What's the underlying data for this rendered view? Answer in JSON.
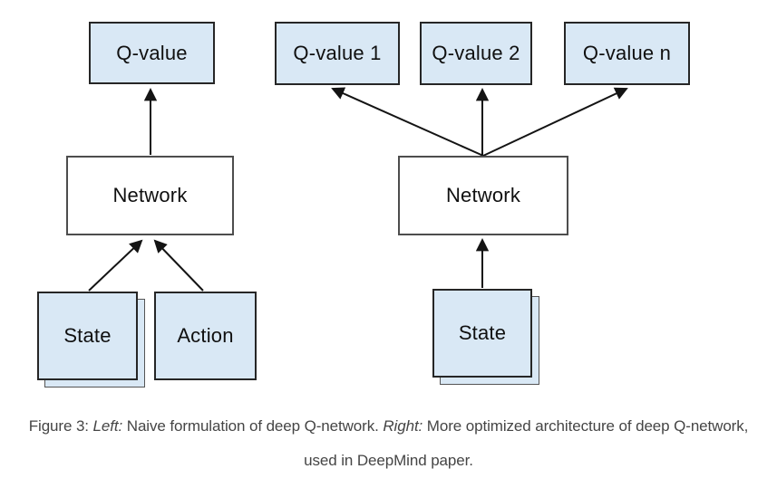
{
  "figure": {
    "left": {
      "q_value": "Q-value",
      "network": "Network",
      "state": "State",
      "action": "Action"
    },
    "right": {
      "q_value_1": "Q-value 1",
      "q_value_2": "Q-value 2",
      "q_value_n": "Q-value n",
      "network": "Network",
      "state": "State"
    }
  },
  "caption": {
    "prefix": "Figure 3: ",
    "left_label": "Left:",
    "left_text": " Naive formulation of deep Q-network. ",
    "right_label": "Right:",
    "right_text": " More optimized architecture of deep Q-network,",
    "line2": "used in DeepMind paper."
  },
  "colors": {
    "box_fill_blue": "#d9e8f5",
    "box_border_dark": "#262626",
    "network_border": "#4d4d4d",
    "stack_border": "#555555",
    "arrow": "#141414",
    "caption_text": "#454545",
    "label_text": "#101010"
  }
}
